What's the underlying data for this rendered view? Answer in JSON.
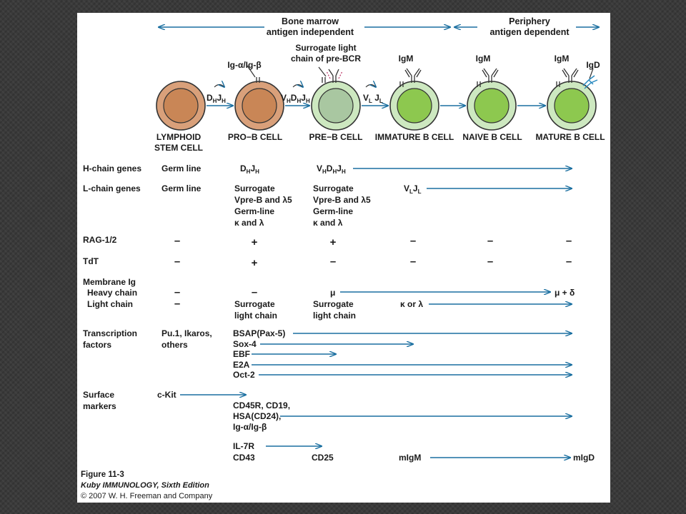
{
  "header": {
    "region1_line1": "Bone marrow",
    "region1_line2": "antigen independent",
    "region2_line1": "Periphery",
    "region2_line2": "antigen dependent"
  },
  "cells": {
    "stem_line1": "LYMPHOID",
    "stem_line2": "STEM CELL",
    "pro": "PRO−B CELL",
    "pre": "PRE−B CELL",
    "immature": "IMMATURE B CELL",
    "naive": "NAIVE B CELL",
    "mature": "MATURE B CELL"
  },
  "annotations": {
    "ig_ab": "Ig-α/Ig-β",
    "surrogate_line1": "Surrogate light",
    "surrogate_line2": "chain of pre-BCR",
    "igm1": "IgM",
    "igm2": "IgM",
    "igm3": "IgM",
    "igd": "IgD"
  },
  "rearrangements": {
    "dj": {
      "a": "D",
      "sa": "H",
      "b": "J",
      "sb": "H"
    },
    "vdj": {
      "a": "V",
      "sa": "H",
      "b": "D",
      "sb": "H",
      "c": "J",
      "sc": "H"
    },
    "vj": {
      "a": "V",
      "sa": "L",
      "b": " J",
      "sb": "L"
    }
  },
  "rows": {
    "h_chain": {
      "label": "H-chain genes",
      "stem": "Germ line",
      "pro": {
        "a": "D",
        "sa": "H",
        "b": "J",
        "sb": "H"
      },
      "pre": {
        "a": "V",
        "sa": "H",
        "b": "D",
        "sb": "H",
        "c": "J",
        "sc": "H"
      }
    },
    "l_chain": {
      "label": "L-chain genes",
      "stem": "Germ line",
      "pro": [
        "Surrogate",
        "Vpre-B and λ5",
        "Germ-line",
        "κ and λ"
      ],
      "pre": [
        "Surrogate",
        "Vpre-B and λ5",
        "Germ-line",
        "κ and λ"
      ],
      "immature": {
        "a": "V",
        "sa": "L",
        "b": "J",
        "sb": "L"
      }
    },
    "rag": {
      "label": "RAG-1/2",
      "values": [
        "–",
        "+",
        "+",
        "–",
        "–",
        "–"
      ]
    },
    "tdt": {
      "label": "TdT",
      "values": [
        "–",
        "+",
        "–",
        "–",
        "–",
        "–"
      ]
    },
    "membrane_ig": {
      "label": "Membrane Ig",
      "heavy_label": "Heavy chain",
      "light_label": "Light chain",
      "heavy": {
        "stem": "–",
        "pro": "–",
        "pre": "μ",
        "mature": "μ + δ"
      },
      "light": {
        "stem": "–",
        "pro": [
          "Surrogate",
          "light chain"
        ],
        "pre": [
          "Surrogate",
          "light chain"
        ],
        "immature": "κ or λ"
      }
    },
    "transcription": {
      "label_line1": "Transcription",
      "label_line2": "factors",
      "stem": [
        "Pu.1, Ikaros,",
        "others"
      ],
      "items": [
        "BSAP(Pax-5)",
        "Sox-4",
        "EBF",
        "E2A",
        "Oct-2"
      ]
    },
    "surface": {
      "label_line1": "Surface",
      "label_line2": "markers",
      "ckit": "c-Kit",
      "group": [
        "CD45R, CD19,",
        "HSA(CD24),",
        "Ig-α/Ig-β"
      ],
      "il7r": "IL-7R",
      "cd43": "CD43",
      "cd25": "CD25",
      "migm": "mIgM",
      "migd": "mIgD"
    }
  },
  "caption": {
    "line1": "Figure 11-3",
    "line2": "Kuby IMMUNOLOGY, Sixth Edition",
    "line3": "© 2007 W. H. Freeman and Company"
  },
  "colors": {
    "arrow": "#1a6fa0",
    "stem_cell": "#d9a07a",
    "stem_nucleus": "#c98656",
    "green_cell": "#cde8c0",
    "green_nucleus": "#8dc84f",
    "pre_nucleus": "#a9c7a1",
    "igd_color": "#2a8ac0",
    "pre_bcr_color": "#c04070"
  }
}
